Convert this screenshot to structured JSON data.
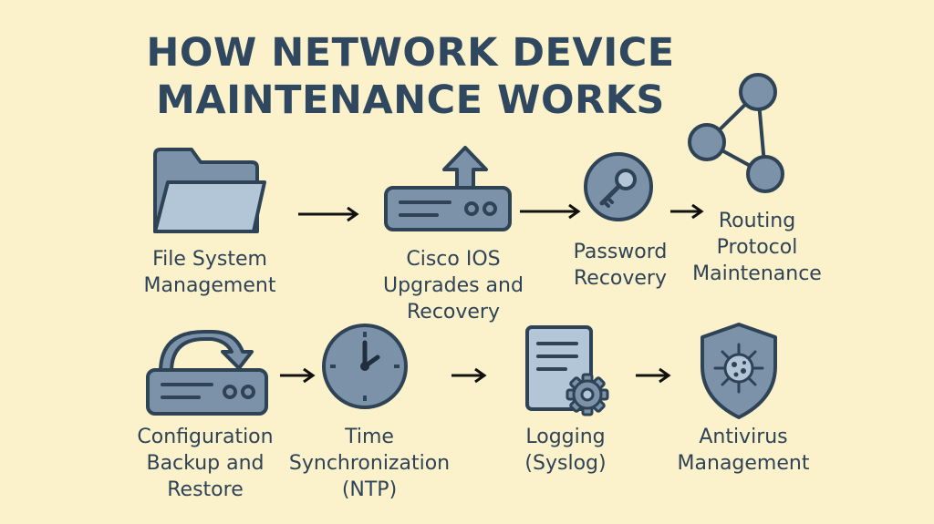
{
  "title": {
    "line1": "HOW NETWORK DEVICE",
    "line2": "MAINTENANCE WORKS"
  },
  "colors": {
    "background": "#fbf2cc",
    "icon_fill": "#7b92a8",
    "icon_light": "#b3c6d8",
    "icon_stroke": "#2f4356",
    "text": "#2f4356"
  },
  "steps": [
    {
      "icon": "folder-icon",
      "lines": [
        "File System",
        "Management"
      ]
    },
    {
      "icon": "router-upload-icon",
      "lines": [
        "Cisco IOS",
        "Upgrades and",
        "Recovery"
      ]
    },
    {
      "icon": "key-icon",
      "lines": [
        "Password",
        "Recovery"
      ]
    },
    {
      "icon": "network-nodes-icon",
      "lines": [
        "Routing",
        "Protocol",
        "Maintenance"
      ]
    },
    {
      "icon": "router-backup-icon",
      "lines": [
        "Configuration",
        "Backup and",
        "Restore"
      ]
    },
    {
      "icon": "clock-icon",
      "lines": [
        "Time",
        "Synchronization",
        "(NTP)"
      ]
    },
    {
      "icon": "document-gear-icon",
      "lines": [
        "Logging",
        "(Syslog)"
      ]
    },
    {
      "icon": "shield-virus-icon",
      "lines": [
        "Antivirus",
        "Management"
      ]
    }
  ]
}
